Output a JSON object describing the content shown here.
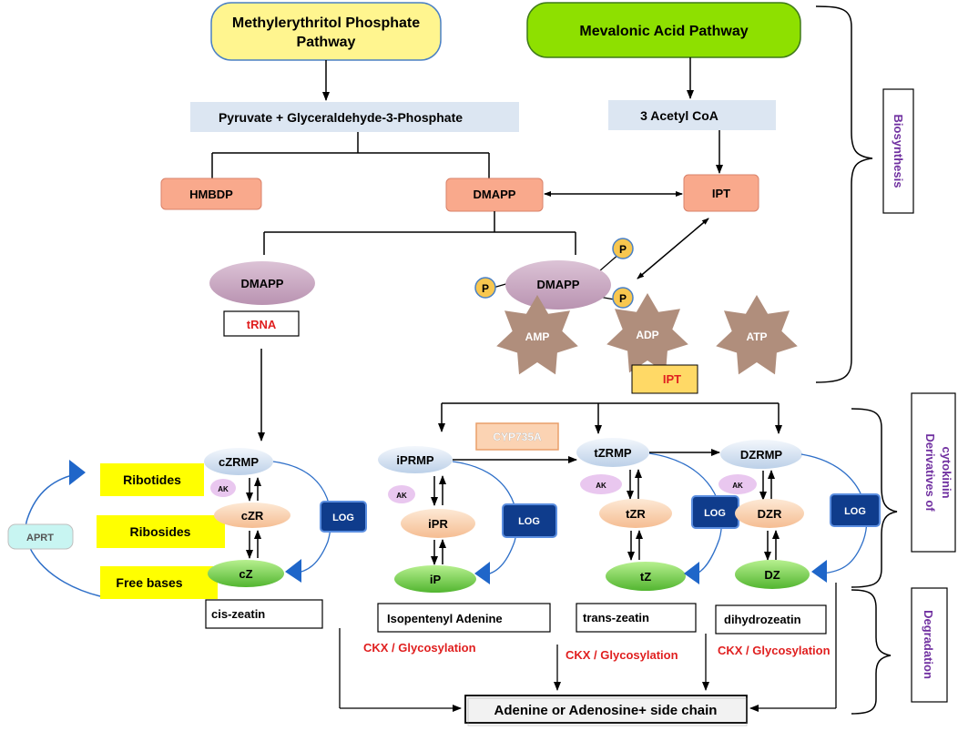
{
  "biosynthesis": {
    "mep_pathway": [
      "Methylerythritol Phosphate",
      "Pathway"
    ],
    "mva_pathway": "Mevalonic Acid Pathway",
    "pyruvate": "Pyruvate + Glyceraldehyde-3-Phosphate",
    "acetyl_coa": "3 Acetyl CoA",
    "hmbdp": "HMBDP",
    "dmapp": "DMAPP",
    "ipt": "IPT",
    "dmapp_left": "DMAPP",
    "trna": "tRNA",
    "dmapp_center": "DMAPP",
    "phosphate": "P",
    "amp": "AMP",
    "adp": "ADP",
    "atp": "ATP",
    "ipt_box": "IPT"
  },
  "derivatives": {
    "cyp": "CYP735A",
    "rows": [
      "Ribotides",
      "Ribosides",
      "Free bases"
    ],
    "aprt": "APRT",
    "ak": "AK",
    "log": "LOG",
    "columns": [
      {
        "ribotide": "cZRMP",
        "riboside": "cZR",
        "base": "cZ",
        "name": "cis-zeatin"
      },
      {
        "ribotide": "iPRMP",
        "riboside": "iPR",
        "base": "iP",
        "name": "Isopentenyl Adenine"
      },
      {
        "ribotide": "tZRMP",
        "riboside": "tZR",
        "base": "tZ",
        "name": "trans-zeatin"
      },
      {
        "ribotide": "DZRMP",
        "riboside": "DZR",
        "base": "DZ",
        "name": "dihydrozeatin"
      }
    ]
  },
  "degradation": {
    "ckx": "CKX / Glycosylation",
    "product": "Adenine  or Adenosine+ side chain"
  },
  "side_labels": {
    "biosynthesis": "Biosynthesis",
    "derivatives": [
      "Derivatives of",
      "cytokinin"
    ],
    "degradation": "Degradation"
  },
  "colors": {
    "mep_fill": "#fff58f",
    "mva_fill": "#8ee000",
    "pale_box": "#dce6f2",
    "salmon": "#f9a98c",
    "purple_oval": "#c9a5c1",
    "gold": "#f8c74f",
    "star": "#b08e7c",
    "highlight": "#ffff00",
    "blue_oval": "#dce6f2",
    "peach_oval": "#fcd9b9",
    "green_oval": "#7ed957",
    "log_fill": "#0f3c8c",
    "ak_fill": "#e9c7ef",
    "aprt_fill": "#c8f5f2",
    "red_text": "#e01f1f",
    "purple_text": "#7030a0",
    "arrow_blue": "#2e6fc8"
  }
}
